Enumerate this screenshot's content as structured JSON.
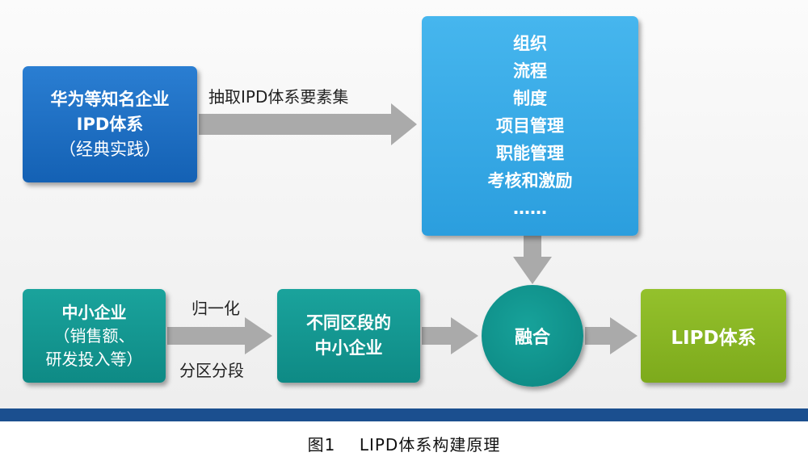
{
  "diagram": {
    "source_box": {
      "line1": "华为等知名企业",
      "line2": "IPD体系",
      "line3": "（经典实践）"
    },
    "extract_label": "抽取IPD体系要素集",
    "elements_box": {
      "items": [
        "组织",
        "流程",
        "制度",
        "项目管理",
        "职能管理",
        "考核和激励",
        "……"
      ]
    },
    "sme_box": {
      "line1": "中小企业",
      "line2": "（销售额、",
      "line3": "研发投入等）"
    },
    "normalize_label": "归一化",
    "segment_label": "分区分段",
    "segments_box": {
      "line1": "不同区段的",
      "line2": "中小企业"
    },
    "fusion": "融合",
    "result_box": "LIPD体系",
    "colors": {
      "dark_blue": "#1461b4",
      "light_blue": "#2b9ede",
      "teal": "#0e8a85",
      "green": "#7daa1c",
      "arrow_gray": "#aaaaaa",
      "bottom_bar": "#1b4f8f"
    }
  },
  "caption": "图1    LIPD体系构建原理"
}
